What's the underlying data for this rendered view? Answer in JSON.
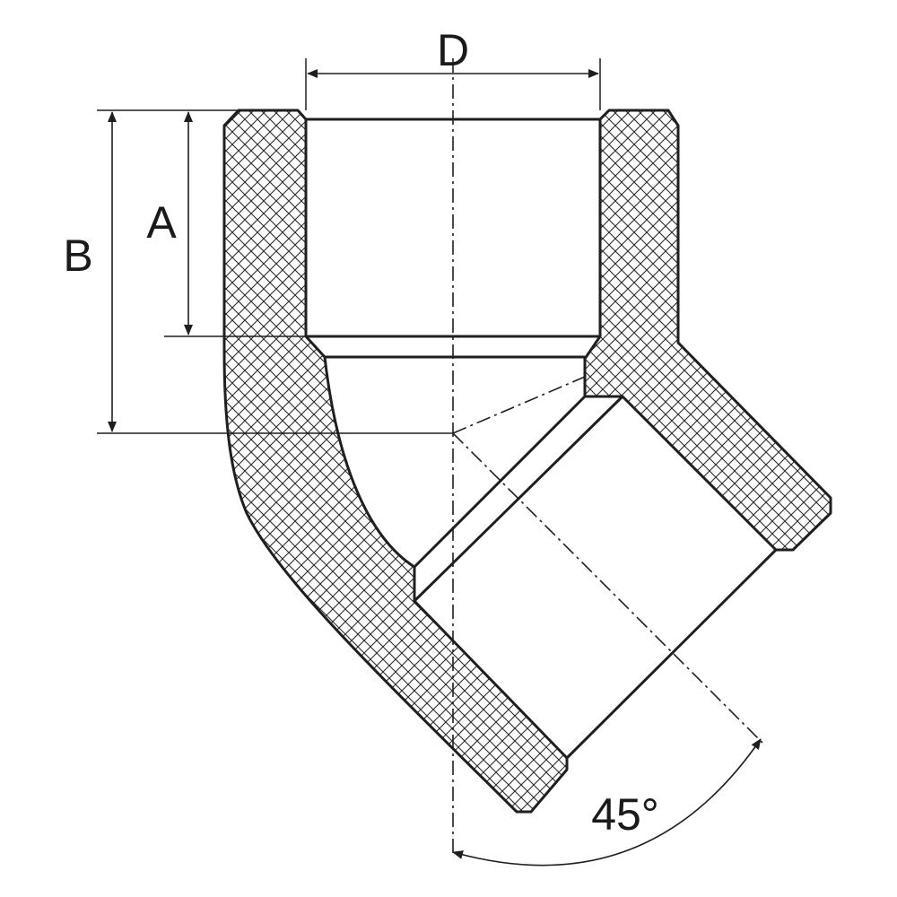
{
  "labels": {
    "dim_d": "D",
    "dim_a": "A",
    "dim_b": "B",
    "angle": "45°"
  },
  "colors": {
    "stroke": "#1f1f1f",
    "hatch": "#2a2a2a",
    "background": "#ffffff"
  }
}
